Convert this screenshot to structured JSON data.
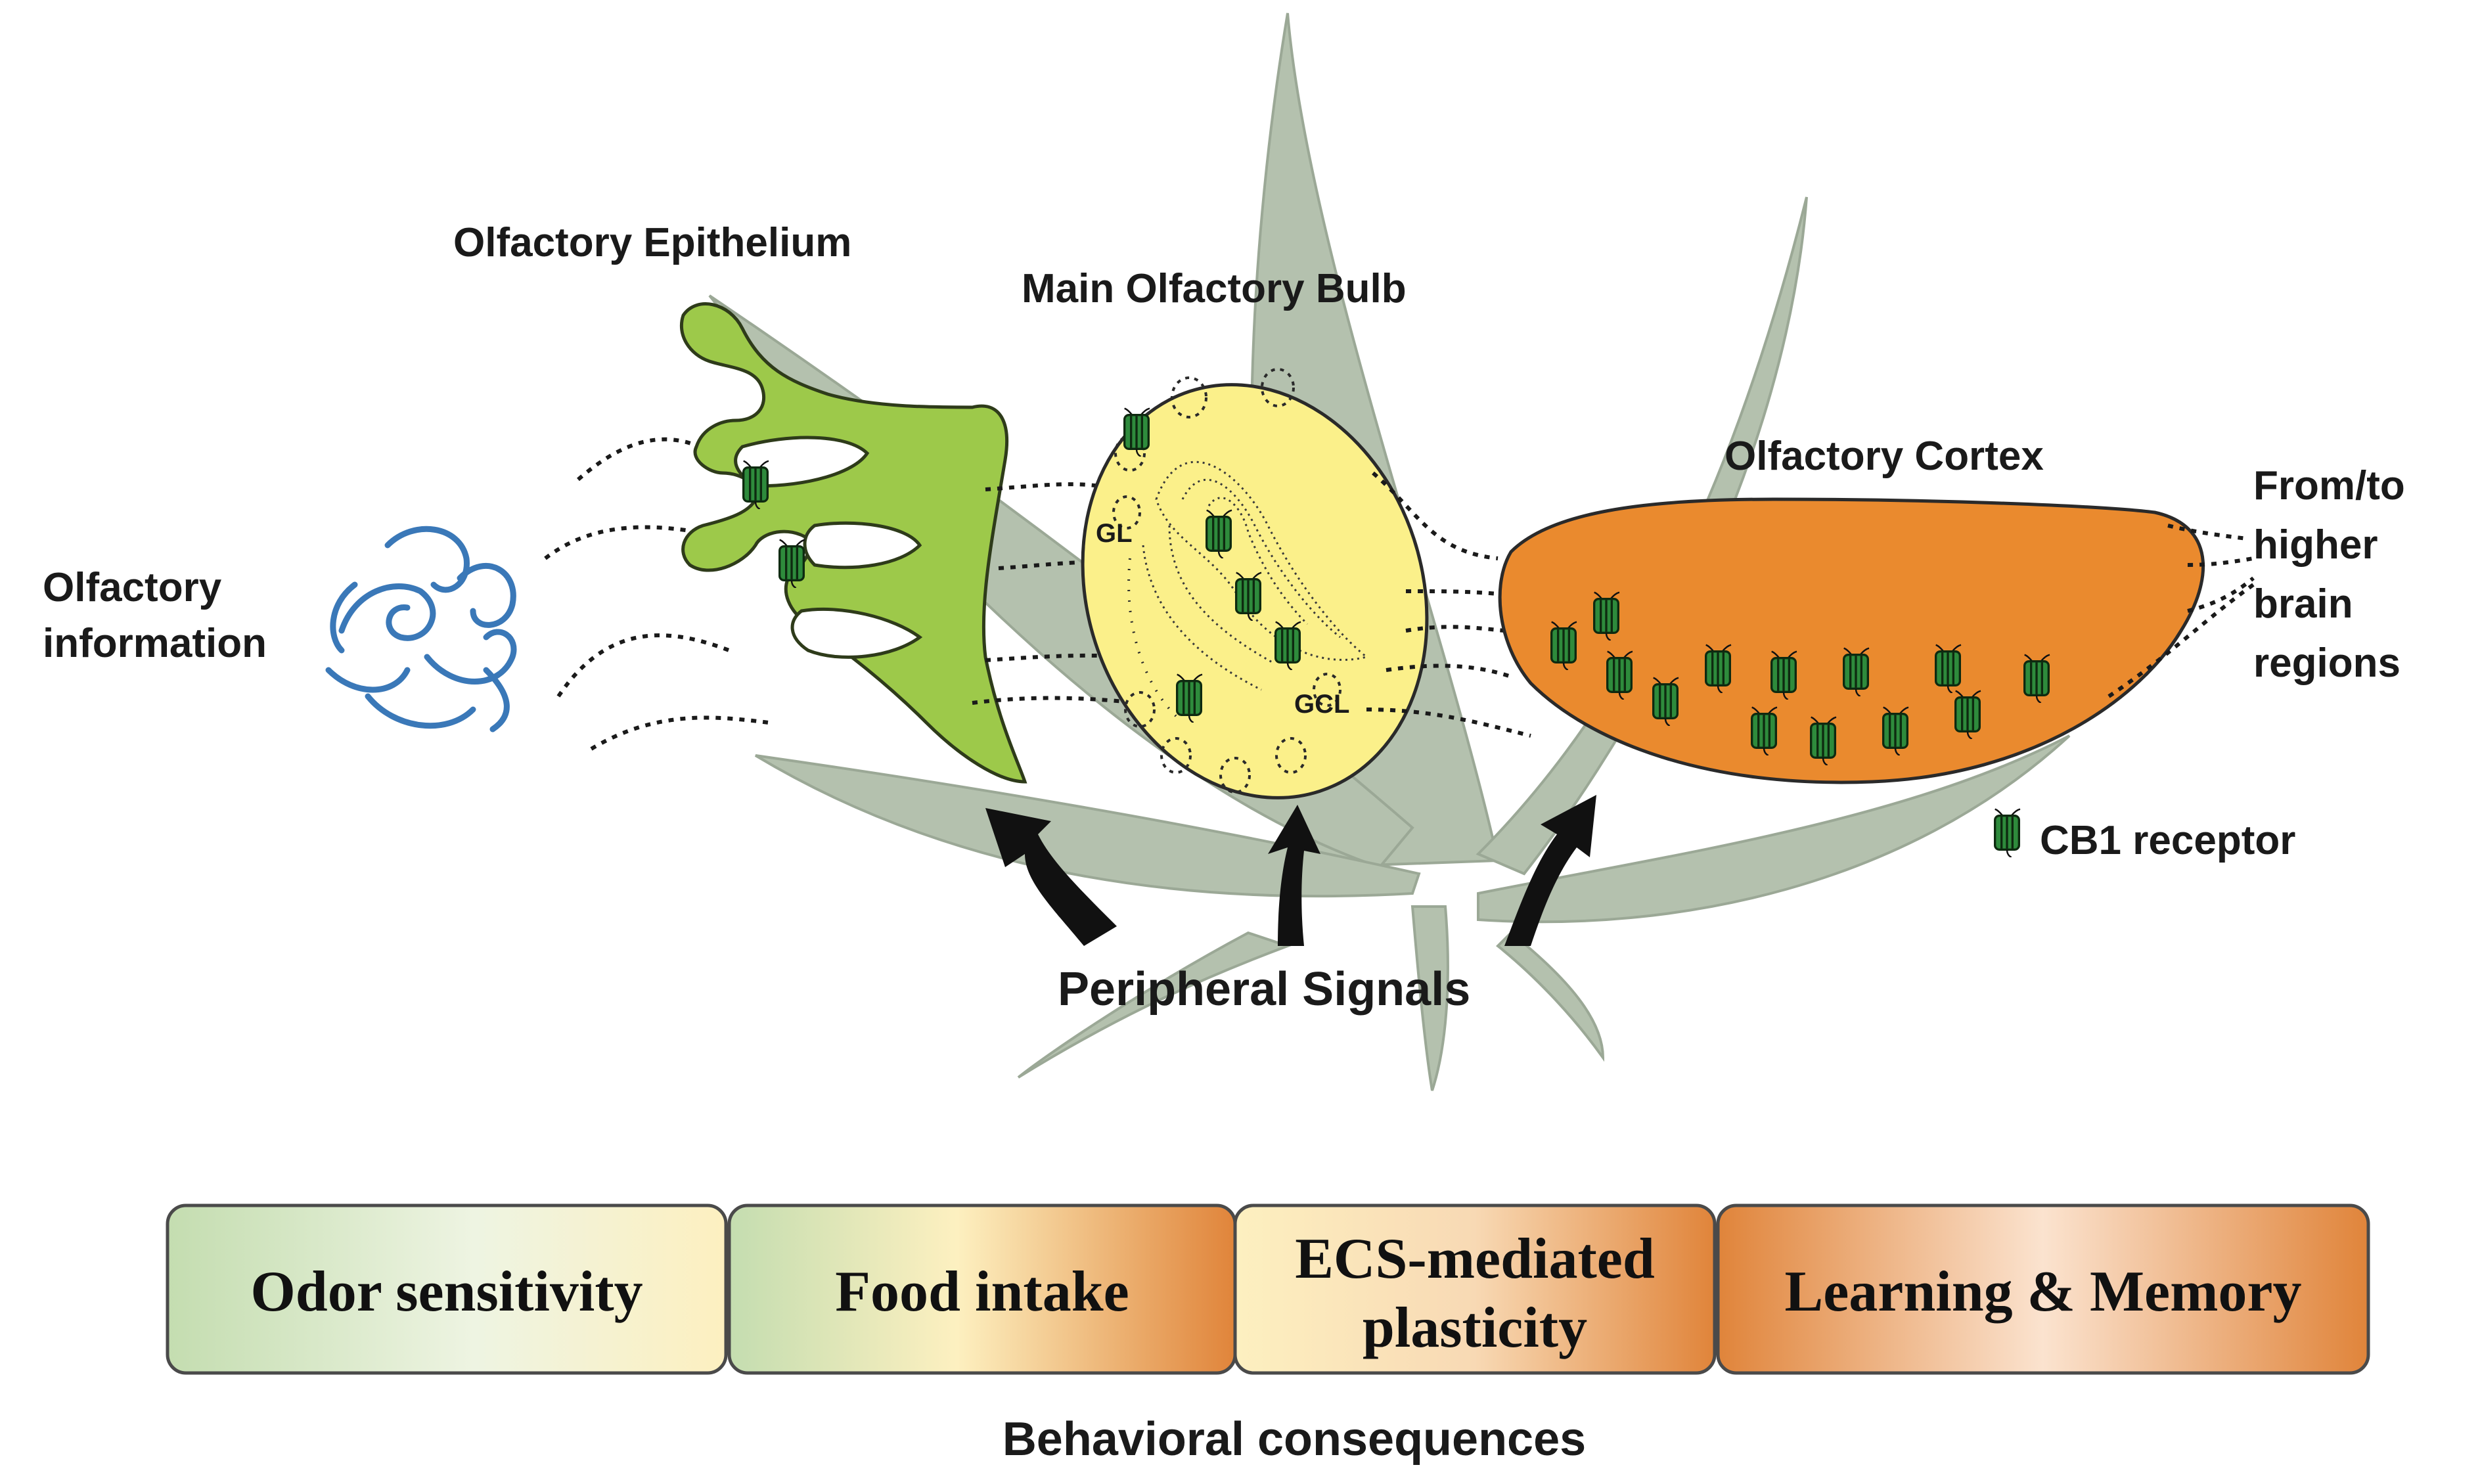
{
  "labels": {
    "olfactory_information": [
      "Olfactory",
      "information"
    ],
    "olfactory_epithelium": "Olfactory Epithelium",
    "main_olfactory_bulb": "Main Olfactory Bulb",
    "gl": "GL",
    "gcl": "GCL",
    "olfactory_cortex": "Olfactory Cortex",
    "higher_brain": [
      "From/to",
      "higher",
      "brain",
      "regions"
    ],
    "cb1_legend": "CB1 receptor",
    "peripheral_signals": "Peripheral Signals"
  },
  "behavior": {
    "boxes": [
      {
        "lines": [
          "Odor sensitivity"
        ]
      },
      {
        "lines": [
          "Food intake"
        ]
      },
      {
        "lines": [
          "ECS-mediated",
          "plasticity"
        ]
      },
      {
        "lines": [
          "Learning & Memory"
        ]
      }
    ],
    "caption": "Behavioral consequences"
  },
  "colors": {
    "epithelium": "#9dc94a",
    "bulb": "#fbf08a",
    "cortex": "#ea8a2e",
    "receptor": "#2e8b3c",
    "leaf": "#a7b7a0",
    "odor": "#3a78b8",
    "box_green": "#c4ddb0",
    "box_cream": "#fdf0c0",
    "box_orange": "#e0843a"
  }
}
